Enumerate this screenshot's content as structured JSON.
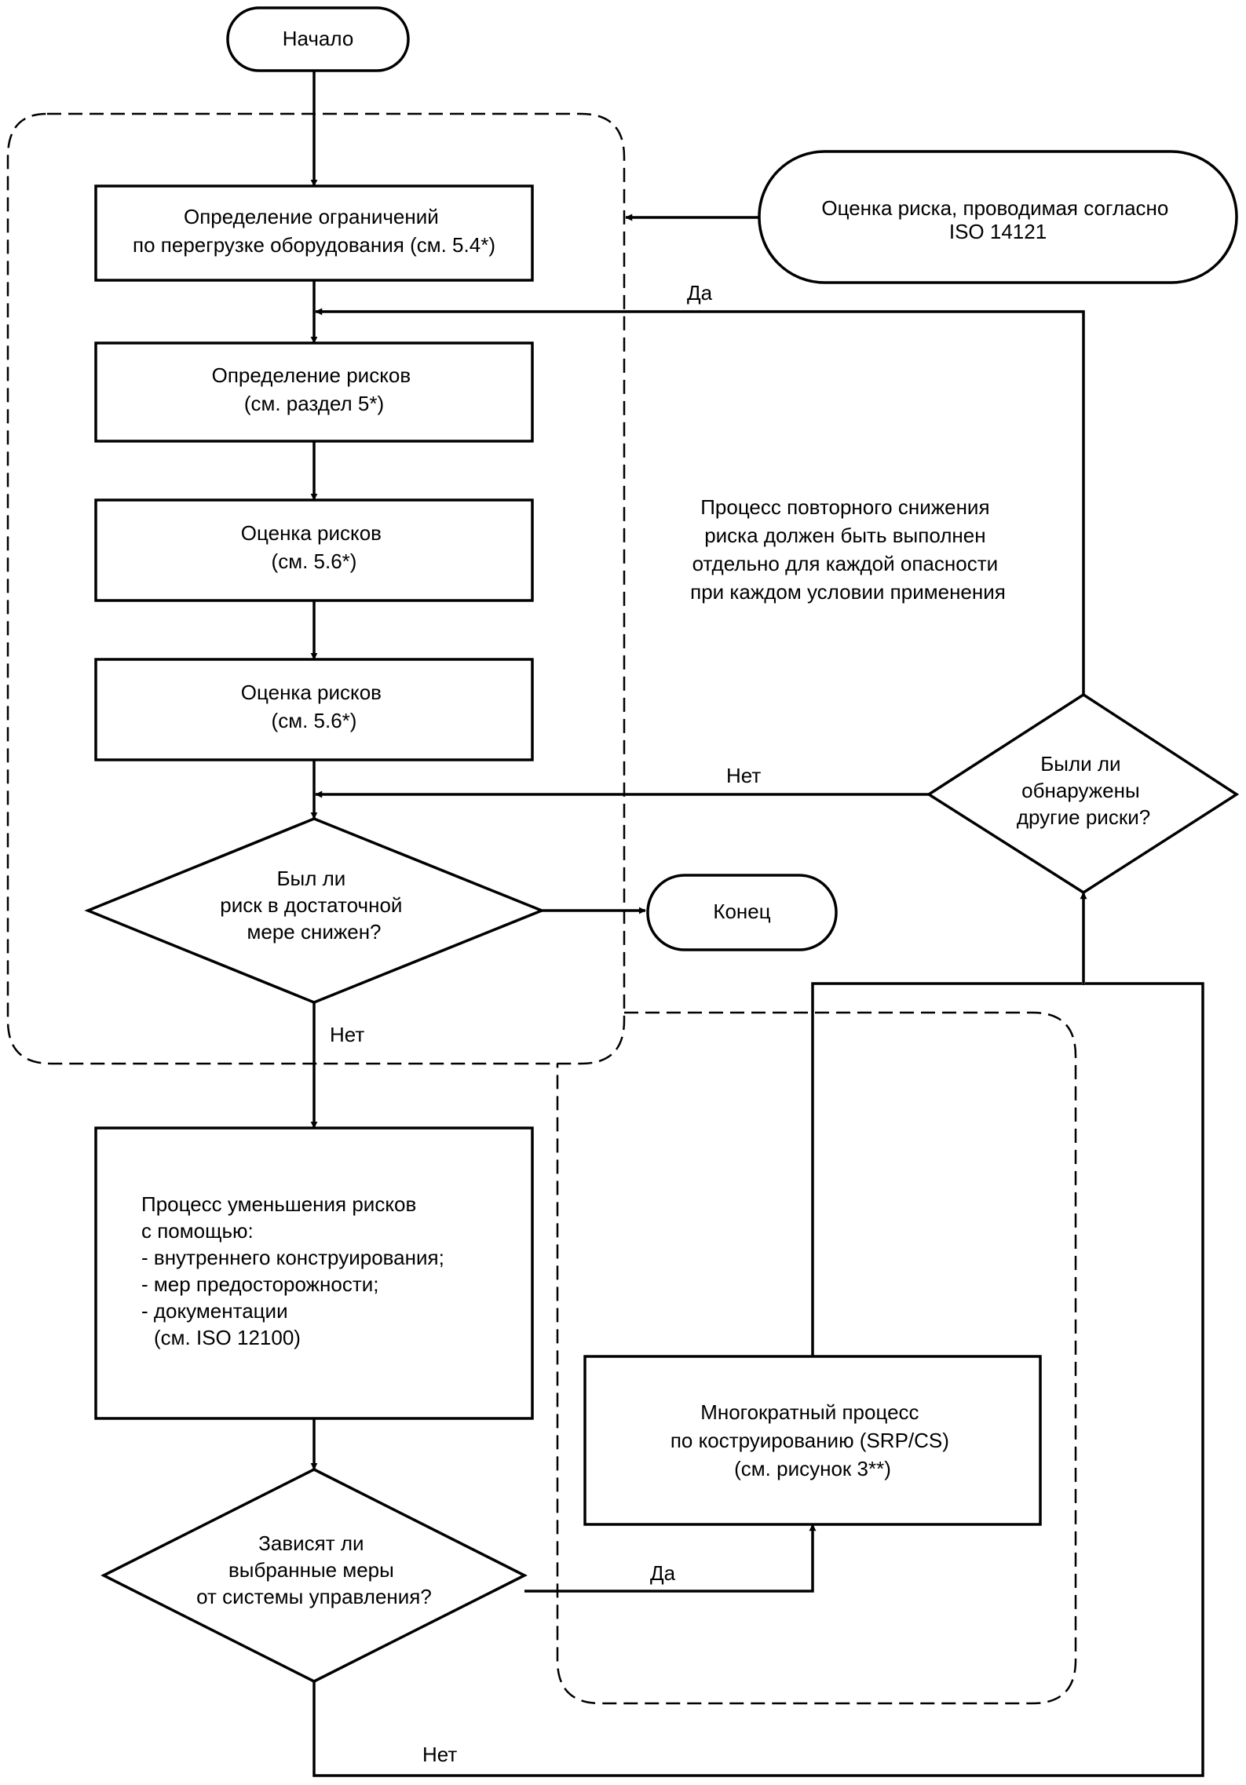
{
  "flow": {
    "start": "Начало",
    "end": "Конец",
    "define_limits": [
      "Определение ограничений",
      "по перегрузке оборудования (см. 5.4*)"
    ],
    "identify_risks": [
      "Определение рисков",
      "(см. раздел 5*)"
    ],
    "estimate_risks": [
      "Оценка рисков",
      "(см. 5.6*)"
    ],
    "evaluate_risks": [
      "Оценка рисков",
      "(см. 5.6*)"
    ],
    "decision_reduced": [
      "Был ли",
      "риск в достаточной",
      "мере снижен?"
    ],
    "reduction_process": [
      "Процесс уменьшения рисков",
      "с помощью:",
      "- внутреннего конструирования;",
      "- мер предосторожности;",
      "- документации",
      "(см. ISO 12100)"
    ],
    "decision_control": [
      "Зависят ли",
      "выбранные меры",
      "от системы управления?"
    ],
    "srp_process": [
      "Многократный процесс",
      "по коструированию (SRP/CS)",
      "(см. рисунок 3**)"
    ],
    "decision_other": [
      "Были ли",
      "обнаружены",
      "другие риски?"
    ],
    "iso14121": [
      "Оценка риска, проводимая согласно",
      "ISO 14121"
    ],
    "note": [
      "Процесс повторного снижения",
      "риска должен быть выполнен",
      "отдельно для каждой опасности",
      "при каждом условии применения"
    ]
  },
  "labels": {
    "yes_top": "Да",
    "no_other": "Нет",
    "no_reduced": "Нет",
    "yes_control": "Да",
    "no_bottom": "Нет"
  }
}
